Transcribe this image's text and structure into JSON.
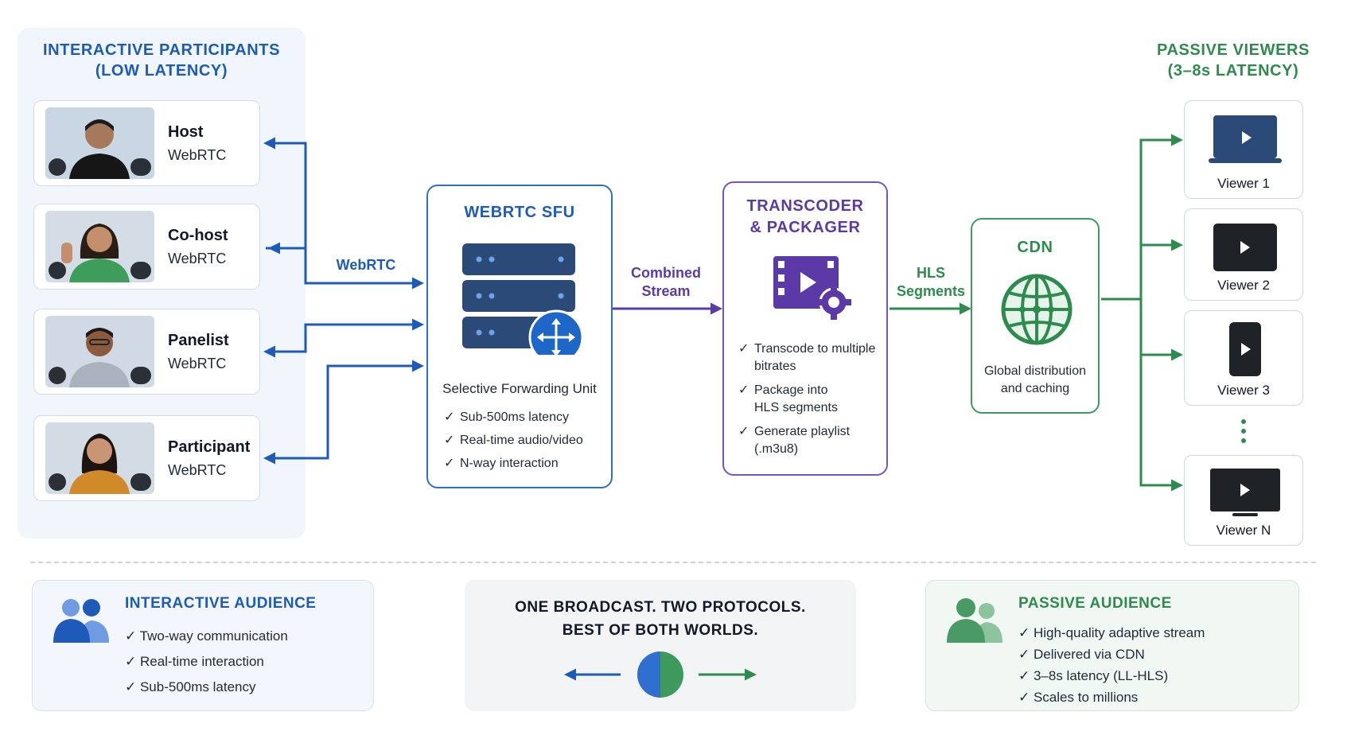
{
  "left": {
    "title_line1": "INTERACTIVE PARTICIPANTS",
    "title_line2": "(LOW LATENCY)",
    "participants": [
      {
        "name": "Host",
        "protocol": "WebRTC"
      },
      {
        "name": "Co-host",
        "protocol": "WebRTC"
      },
      {
        "name": "Panelist",
        "protocol": "WebRTC"
      },
      {
        "name": "Participant",
        "protocol": "WebRTC"
      }
    ]
  },
  "right": {
    "title_line1": "PASSIVE VIEWERS",
    "title_line2": "(3–8s LATENCY)",
    "viewers": [
      {
        "label": "Viewer 1",
        "device": "laptop-icon"
      },
      {
        "label": "Viewer 2",
        "device": "monitor-icon"
      },
      {
        "label": "Viewer 3",
        "device": "phone-icon"
      },
      {
        "label": "Viewer N",
        "device": "tv-icon"
      }
    ]
  },
  "edges": {
    "webrtc": "WebRTC",
    "combined_line1": "Combined",
    "combined_line2": "Stream",
    "hls_line1": "HLS",
    "hls_line2": "Segments"
  },
  "sfu": {
    "title": "WEBRTC SFU",
    "subtitle": "Selective Forwarding Unit",
    "features": [
      "Sub-500ms latency",
      "Real-time audio/video",
      "N-way interaction"
    ]
  },
  "transcoder": {
    "title_line1": "TRANSCODER",
    "title_line2": "& PACKAGER",
    "features": [
      [
        "Transcode to multiple",
        "bitrates"
      ],
      [
        "Package into",
        "HLS segments"
      ],
      [
        "Generate playlist",
        "(.m3u8)"
      ]
    ]
  },
  "cdn": {
    "title": "CDN",
    "desc_line1": "Global distribution",
    "desc_line2": "and caching"
  },
  "bottom": {
    "interactive": {
      "title": "INTERACTIVE AUDIENCE",
      "items": [
        "Two-way communication",
        "Real-time interaction",
        "Sub-500ms latency"
      ]
    },
    "center": {
      "line1": "ONE BROADCAST. TWO PROTOCOLS.",
      "line2": "BEST OF BOTH WORLDS."
    },
    "passive": {
      "title": "PASSIVE AUDIENCE",
      "items": [
        "High-quality adaptive stream",
        "Delivered via CDN",
        "3–8s latency (LL-HLS)",
        "Scales to millions"
      ]
    }
  },
  "colors": {
    "blue": "#1e5bb8",
    "purple": "#5b3aa8",
    "green": "#2e8b4e",
    "navy": "#2c4a78"
  }
}
